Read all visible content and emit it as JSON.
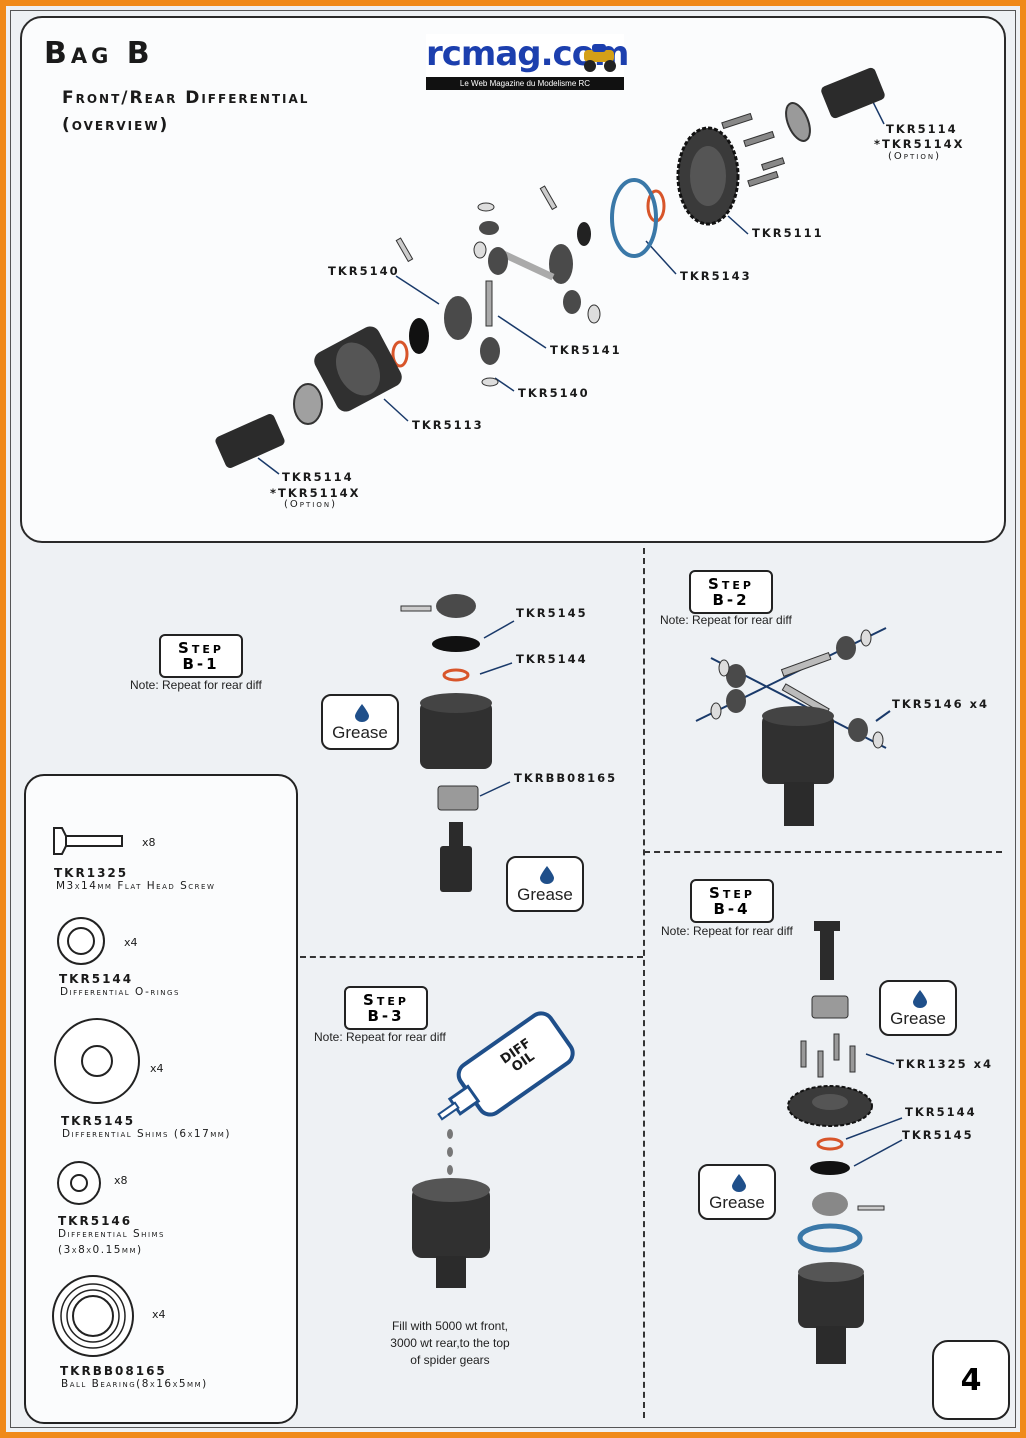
{
  "header": {
    "title": "Bag B",
    "subtitle": "Front/Rear Differential",
    "subtitle2": "(overview)",
    "logo_text": "rcmag.com",
    "logo_tagline": "Le Web Magazine du Modelisme RC"
  },
  "overview_labels": {
    "tkr5114_top": "TKR5114",
    "tkr5114x_top": "*TKR5114X",
    "option_top": "(Option)",
    "tkr5111": "TKR5111",
    "tkr5143": "TKR5143",
    "tkr5140_a": "TKR5140",
    "tkr5141": "TKR5141",
    "tkr5140_b": "TKR5140",
    "tkr5113": "TKR5113",
    "tkr5114_bottom": "TKR5114",
    "tkr5114x_bottom": "*TKR5114X",
    "option_bottom": "(Option)"
  },
  "steps": {
    "b1": {
      "line1": "Step",
      "line2": "B-1",
      "note": "Note: Repeat for rear diff"
    },
    "b2": {
      "line1": "Step",
      "line2": "B-2",
      "note": "Note: Repeat for rear diff"
    },
    "b3": {
      "line1": "Step",
      "line2": "B-3",
      "note": "Note: Repeat for rear diff"
    },
    "b4": {
      "line1": "Step",
      "line2": "B-4",
      "note": "Note: Repeat for rear diff"
    }
  },
  "step_labels": {
    "b1_5145": "TKR5145",
    "b1_5144": "TKR5144",
    "b1_bb": "TKRBB08165",
    "b2_5146": "TKR5146 x4",
    "b4_1325": "TKR1325 x4",
    "b4_5144": "TKR5144",
    "b4_5145": "TKR5145"
  },
  "grease_label": "Grease",
  "diff_oil": {
    "line1": "DIFF",
    "line2": "OIL"
  },
  "fill_note": [
    "Fill with 5000 wt front,",
    "3000 wt rear,to the top",
    "of spider gears"
  ],
  "legend": [
    {
      "name": "TKR1325",
      "desc": "M3x14mm Flat Head Screw",
      "qty": "x8"
    },
    {
      "name": "TKR5144",
      "desc": "Differential O-rings",
      "qty": "x4"
    },
    {
      "name": "TKR5145",
      "desc": "Differential Shims (6x17mm)",
      "qty": "x4"
    },
    {
      "name": "TKR5146",
      "desc": "Differential Shims",
      "desc2": "(3x8x0.15mm)",
      "qty": "x8"
    },
    {
      "name": "TKRBB08165",
      "desc": "Ball Bearing(8x16x5mm)",
      "qty": "x4"
    }
  ],
  "page_number": "4",
  "colors": {
    "border": "#f08a1a",
    "grease_drop": "#1f4f8a",
    "gasket": "#3a78a8",
    "oring": "#d8552a"
  }
}
